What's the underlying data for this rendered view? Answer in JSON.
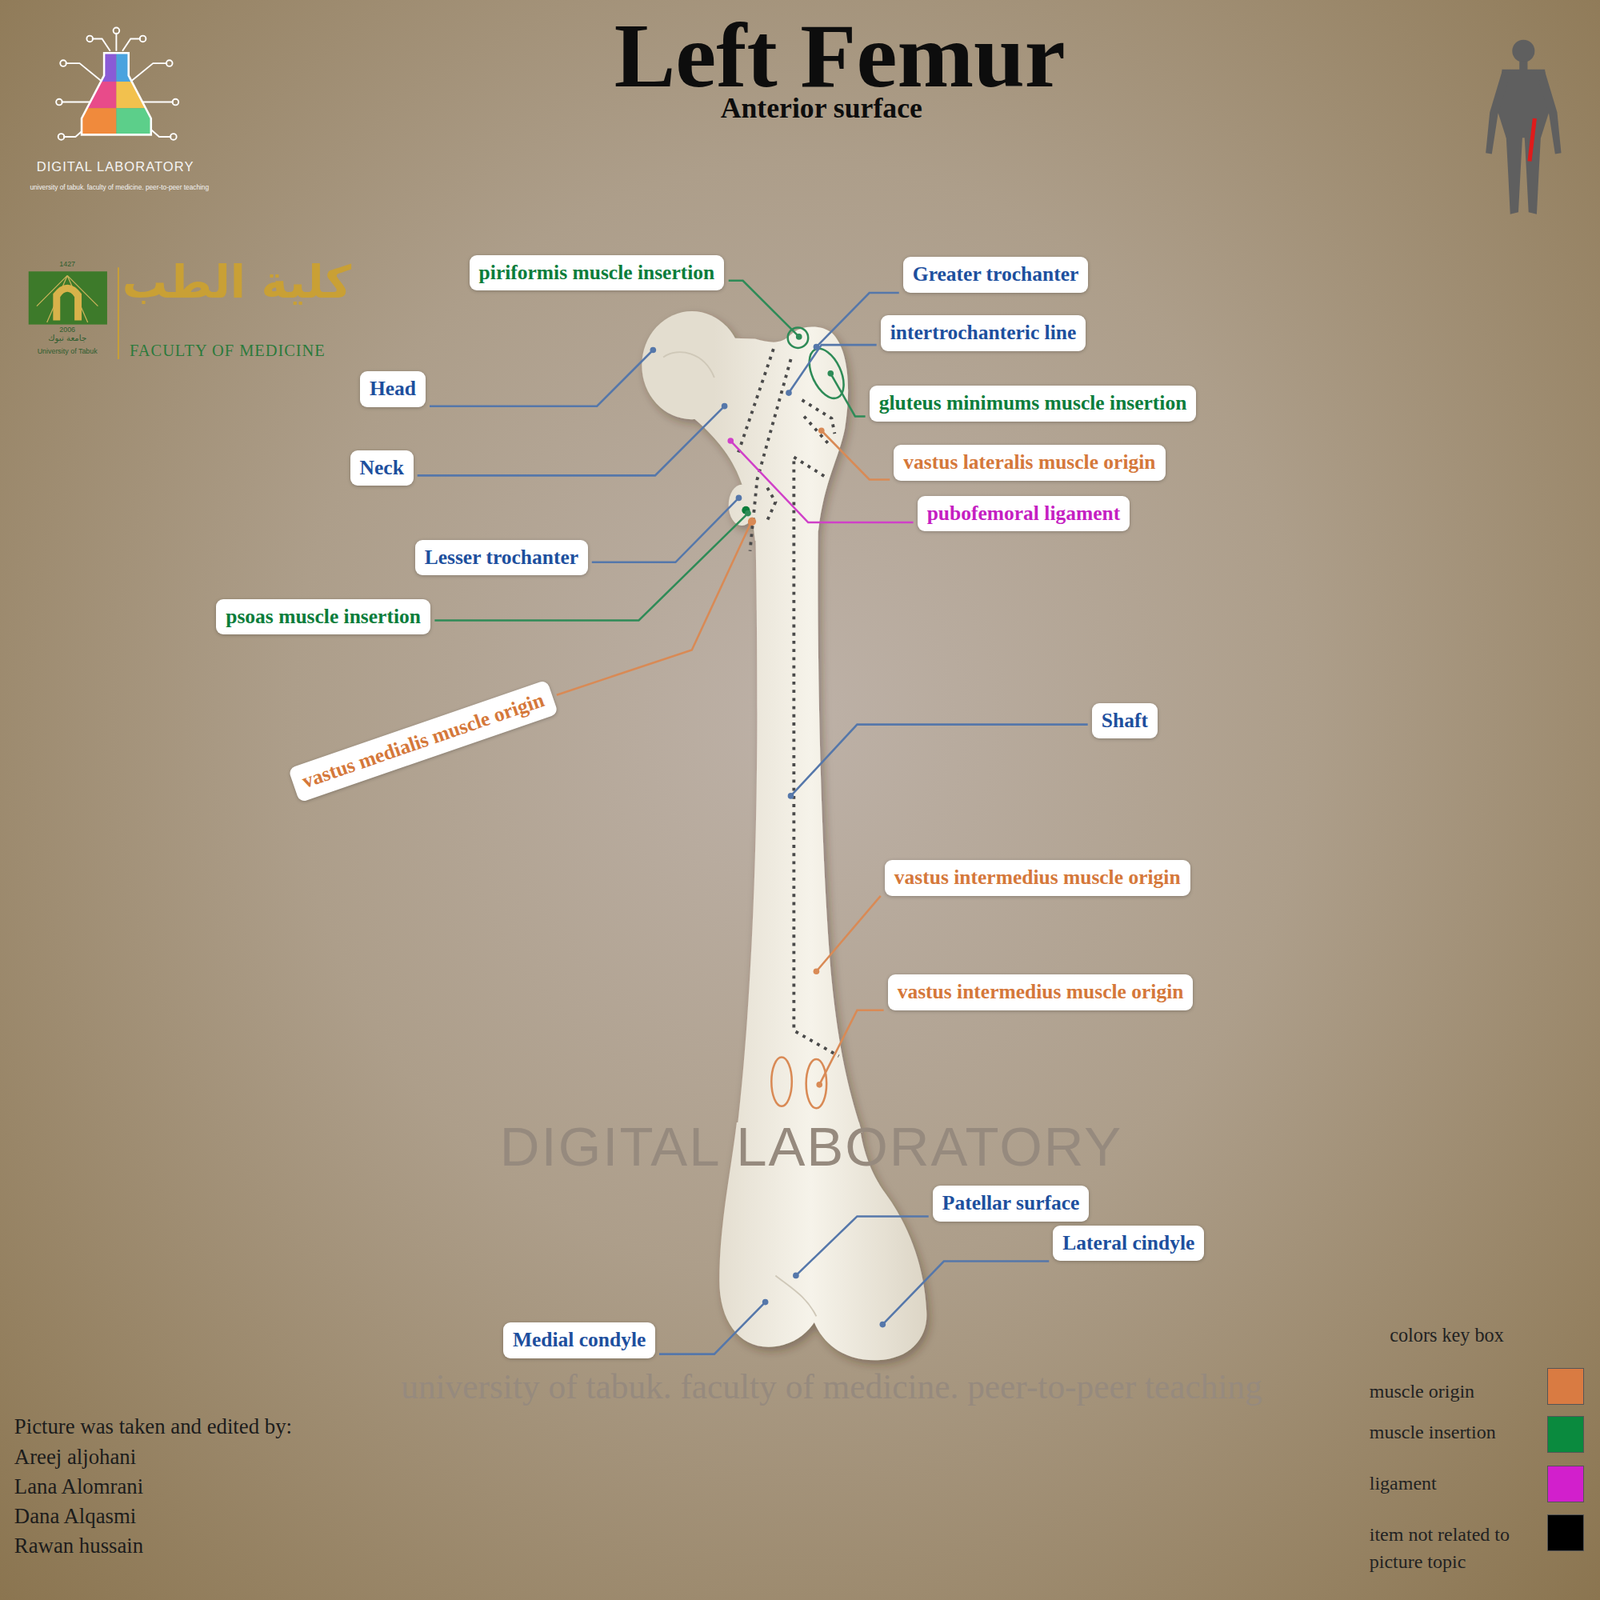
{
  "diagram": {
    "title": "Left Femur",
    "caption": "Anterior surface",
    "nodes": [
      {
        "text": [
          "piriformis muscle insertion"
        ]
      },
      {
        "text": [
          "Greater trochanter"
        ]
      },
      {
        "text": [
          "intertrochanteric line"
        ]
      },
      {
        "text": [
          "Head"
        ]
      },
      {
        "text": [
          "gluteus minimums muscle insertion"
        ]
      },
      {
        "text": [
          "Neck"
        ]
      },
      {
        "text": [
          "vastus lateralis muscle origin"
        ]
      },
      {
        "text": [
          "pubofemoral ligament"
        ]
      },
      {
        "text": [
          "Lesser trochanter"
        ]
      },
      {
        "text": [
          "psoas muscle insertion"
        ]
      },
      {
        "text": [
          "vastus medialis muscle origin"
        ]
      },
      {
        "text": [
          "Shaft"
        ]
      },
      {
        "text": [
          "vastus intermedius muscle origin"
        ]
      },
      {
        "text": [
          "vastus intermedius muscle origin"
        ]
      },
      {
        "text": [
          "Patellar surface"
        ]
      },
      {
        "text": [
          "Lateral cindyle"
        ]
      },
      {
        "text": [
          "Medial condyle"
        ]
      }
    ],
    "labels": [
      "DIGITAL LABORATORY",
      "university of tabuk. faculty of medicine. peer-to-peer teaching",
      "1427",
      "2006",
      "جامعة تبوك",
      "University of Tabuk",
      "كلية الطب",
      "FACULTY OF MEDICINE",
      "DIGITAL LABORATORY",
      "university of tabuk. faculty of medicine. peer-to-peer teaching",
      "Picture was taken and edited by:",
      "Areej aljohani",
      "Lana Alomrani",
      "Dana Alqasmi",
      "Rawan hussain",
      "colors key box"
    ],
    "legend": [
      {
        "text": "muscle origin",
        "color": "#d97b42"
      },
      {
        "text": "muscle insertion",
        "color": "#0a8a3e"
      },
      {
        "text": "ligament",
        "color": "#d21fcc"
      },
      {
        "text": "item not related to picture topic",
        "color": "#000000"
      }
    ]
  }
}
